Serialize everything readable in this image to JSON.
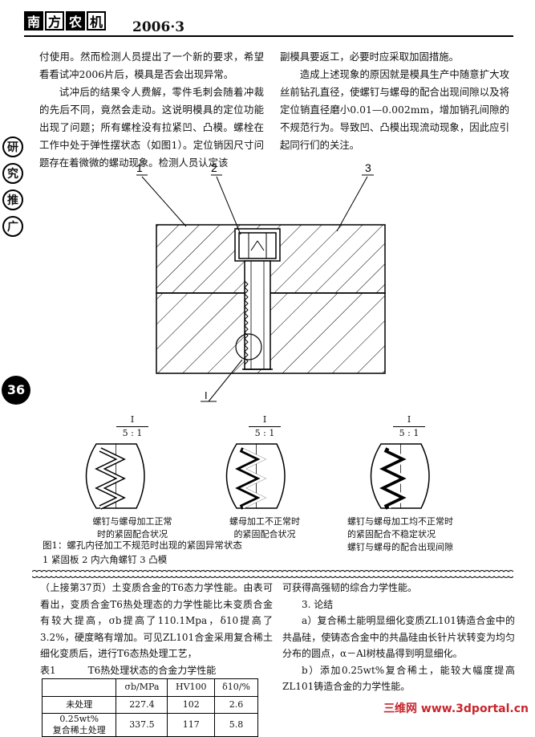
{
  "header": {
    "masthead": [
      "南",
      "方",
      "农",
      "机"
    ],
    "issue": "2006·3"
  },
  "sidebar": {
    "section_chars": [
      "研",
      "究",
      "推",
      "广"
    ],
    "page_number": "36"
  },
  "col1": {
    "p1": "付使用。然而检测人员提出了一个新的要求，希望看看试冲2006片后，模具是否会出现异常。",
    "p2": "试冲后的结果令人费解，零件毛刺会随着冲裁的先后不同，竟然会走动。这说明模具的定位功能出现了问题；所有螺栓没有拉紧凹、凸模。螺栓在工作中处于弹性摆状态（如图1）。定位销因尺寸问题存在着微微的螺动现象。检测人员认定该"
  },
  "col2": {
    "p1": "副模具要返工，必要时应采取加固措施。",
    "p2": "造成上述现象的原因就是模具生产中随意扩大攻丝前钻孔直径，使螺钉与螺母的配合出现间隙以及将定位销直径磨小0.01—0.002mm，增加销孔间隙的不规范行为。导致凹、凸模出现流动现象，因此应引起同行们的关注。"
  },
  "figure": {
    "labels": [
      "1",
      "2",
      "3",
      "I"
    ],
    "detail_label": "I",
    "detail_scale": "5 : 1",
    "details": [
      {
        "caption": [
          "螺钉与螺母加工正常",
          "时的紧固配合状况"
        ]
      },
      {
        "caption": [
          "螺母加工不正常时",
          "的紧固配合状况"
        ]
      },
      {
        "caption": [
          "螺钉与螺母加工均不正常时",
          "的紧固配合不稳定状况",
          "螺钉与螺母的配合出现间隙"
        ]
      }
    ],
    "caption": "图1：螺孔内径加工不规范时出现的紧固异常状态",
    "legend": "1 紧固板   2 内六角螺钉   3 凸模"
  },
  "bottom_left": {
    "text": "（上接第37页）土变质合金的T6态力学性能。由表可看出，变质合金T6热处理态的力学性能比未变质合金有较大提高，σb提高了110.1Mpa，δ10提高了3.2%，硬度略有增加。可见ZL101合金采用复合稀土细化变质后，进行T6态热处理工艺，",
    "table_title_prefix": "表1",
    "table_title": "T6热处理状态的合金力学性能",
    "headers": [
      "",
      "σb/MPa",
      "HV100",
      "δ10/%"
    ],
    "rows": [
      [
        "未处理",
        "227.4",
        "102",
        "2.6"
      ],
      [
        "0.25wt%\n复合稀土处理",
        "337.5",
        "117",
        "5.8"
      ]
    ]
  },
  "bottom_right": {
    "p1": "可获得高强韧的综合力学性能。",
    "heading": "3. 论结",
    "p2": "a）复合稀土能明显细化变质ZL101铸造合金中的共晶硅，使铸态合金中的共晶硅由长针片状转变为均匀分布的圆点，α－Al树枝晶得到明显细化。",
    "p3": "b）添加0.25wt%复合稀土，能较大幅度提高ZL101铸造合金的力学性能。"
  },
  "watermark": "三维网 www.3dportal.cn"
}
